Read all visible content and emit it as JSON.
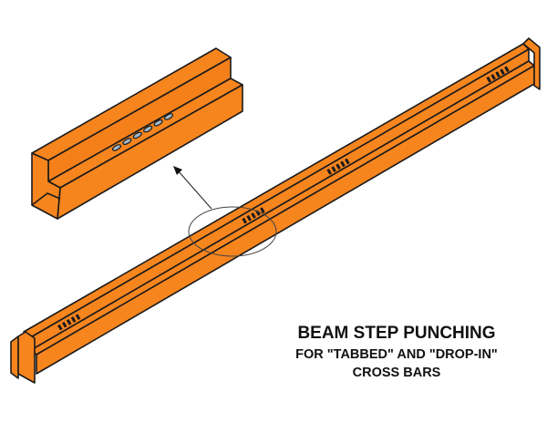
{
  "title": "BEAM STEP PUNCHING",
  "subtitle_line1": "FOR \"TABBED\" AND \"DROP-IN\"",
  "subtitle_line2": "CROSS BARS",
  "colors": {
    "beam": "#f7851e",
    "beam_shade": "#e8741a",
    "outline": "#1a1a1a",
    "slot": "#9fb8c8"
  },
  "detail_slot_count": 6
}
